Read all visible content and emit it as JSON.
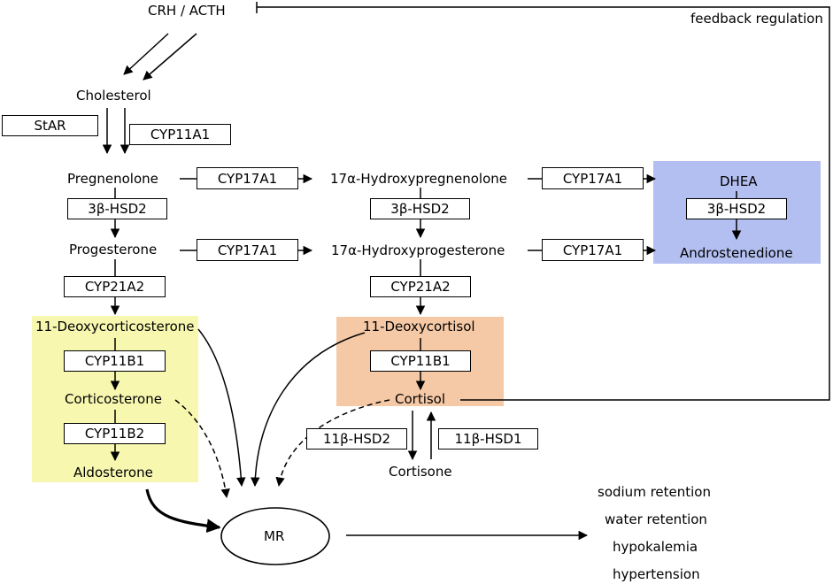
{
  "colors": {
    "mineralocorticoid_zone": "#f7f7b0",
    "glucocorticoid_zone": "#f6c9a6",
    "androgen_zone": "#b3bff0",
    "line": "#000000"
  },
  "labels": {
    "crh_acth": "CRH / ACTH",
    "feedback": "feedback regulation",
    "cholesterol": "Cholesterol",
    "pregnenolone": "Pregnenolone",
    "hydroxypregnenolone": "17α-Hydroxypregnenolone",
    "dhea": "DHEA",
    "progesterone": "Progesterone",
    "hydroxyprogesterone": "17α-Hydroxyprogesterone",
    "androstenedione": "Androstenedione",
    "deoxycorticosterone": "11-Deoxycorticosterone",
    "deoxycortisol": "11-Deoxycortisol",
    "corticosterone": "Corticosterone",
    "cortisol": "Cortisol",
    "aldosterone": "Aldosterone",
    "cortisone": "Cortisone",
    "mr": "MR"
  },
  "enzymes": {
    "star": "StAR",
    "cyp11a1": "CYP11A1",
    "cyp17a1_1": "CYP17A1",
    "cyp17a1_2": "CYP17A1",
    "cyp17a1_3": "CYP17A1",
    "cyp17a1_4": "CYP17A1",
    "hsd3b2_1": "3β-HSD2",
    "hsd3b2_2": "3β-HSD2",
    "hsd3b2_3": "3β-HSD2",
    "cyp21a2_1": "CYP21A2",
    "cyp21a2_2": "CYP21A2",
    "cyp11b1_1": "CYP11B1",
    "cyp11b1_2": "CYP11B1",
    "cyp11b2": "CYP11B2",
    "hsd11b2": "11β-HSD2",
    "hsd11b1": "11β-HSD1"
  },
  "effects": [
    "sodium retention",
    "water retention",
    "hypokalemia",
    "hypertension"
  ]
}
